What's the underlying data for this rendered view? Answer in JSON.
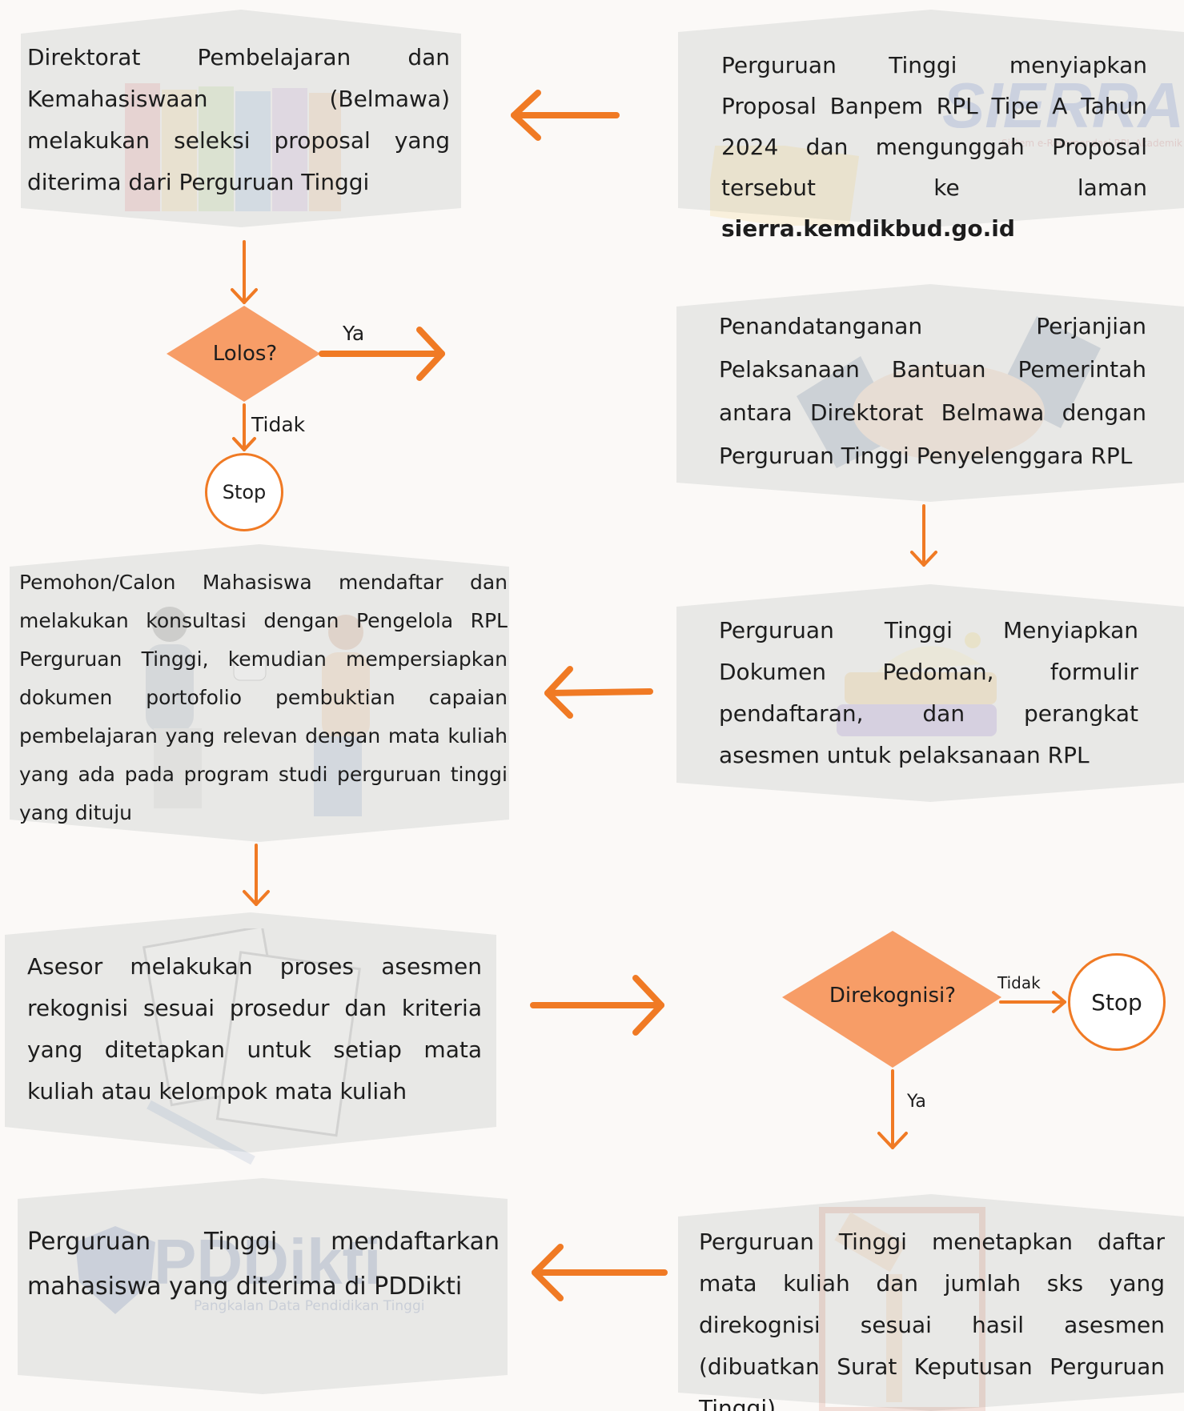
{
  "steps": {
    "belmawa_selection": "Direktorat Pembelajaran dan Kemahasiswaan (Belmawa) melakukan seleksi proposal yang diterima dari Perguruan Tinggi",
    "proposal_prep": "Perguruan Tinggi menyiapkan Proposal Banpem RPL Tipe A Tahun 2024 dan mengunggah Proposal tersebut ke laman ",
    "proposal_prep_link": "sierra.kemdikbud.go.id",
    "agreement_signing": "Penandatanganan Perjanjian Pelaksanaan Bantuan Pemerintah antara Direktorat Belmawa dengan Perguruan Tinggi Penyelenggara RPL",
    "document_prep": "Perguruan Tinggi Menyiapkan Dokumen Pedoman, formulir pendaftaran, dan perangkat asesmen untuk pelaksanaan RPL",
    "applicant_registration": "Pemohon/Calon Mahasiswa mendaftar dan melakukan konsultasi dengan Pengelola RPL Perguruan Tinggi, kemudian mempersiapkan dokumen portofolio pembuktian capaian pembelajaran yang relevan dengan mata kuliah yang ada pada program studi perguruan tinggi yang dituju",
    "assessment": "Asesor melakukan proses asesmen rekognisi sesuai prosedur dan kriteria yang ditetapkan untuk setiap mata kuliah atau kelompok mata kuliah",
    "course_determination": "Perguruan Tinggi menetapkan daftar mata kuliah dan jumlah sks yang direkognisi sesuai hasil asesmen (dibuatkan Surat Keputusan Perguruan Tinggi)",
    "pddikti_registration": "Perguruan Tinggi mendaftarkan mahasiswa yang diterima di PDDikti"
  },
  "decisions": {
    "passed": "Lolos?",
    "recognized": "Direkognisi?"
  },
  "labels": {
    "yes": "Ya",
    "no": "Tidak",
    "stop": "Stop"
  },
  "watermarks": {
    "sierra_logo": "SIERRA",
    "sierra_tagline": "Sistem e-Rekomendasi RPL Akademik",
    "pddikti_logo": "PDDikti",
    "pddikti_tagline": "Pangkalan Data Pendidikan Tinggi"
  },
  "colors": {
    "accent": "#f07a24",
    "diamond": "#f79d67",
    "box": "#e8e8e6",
    "background": "#fbf9f7"
  }
}
